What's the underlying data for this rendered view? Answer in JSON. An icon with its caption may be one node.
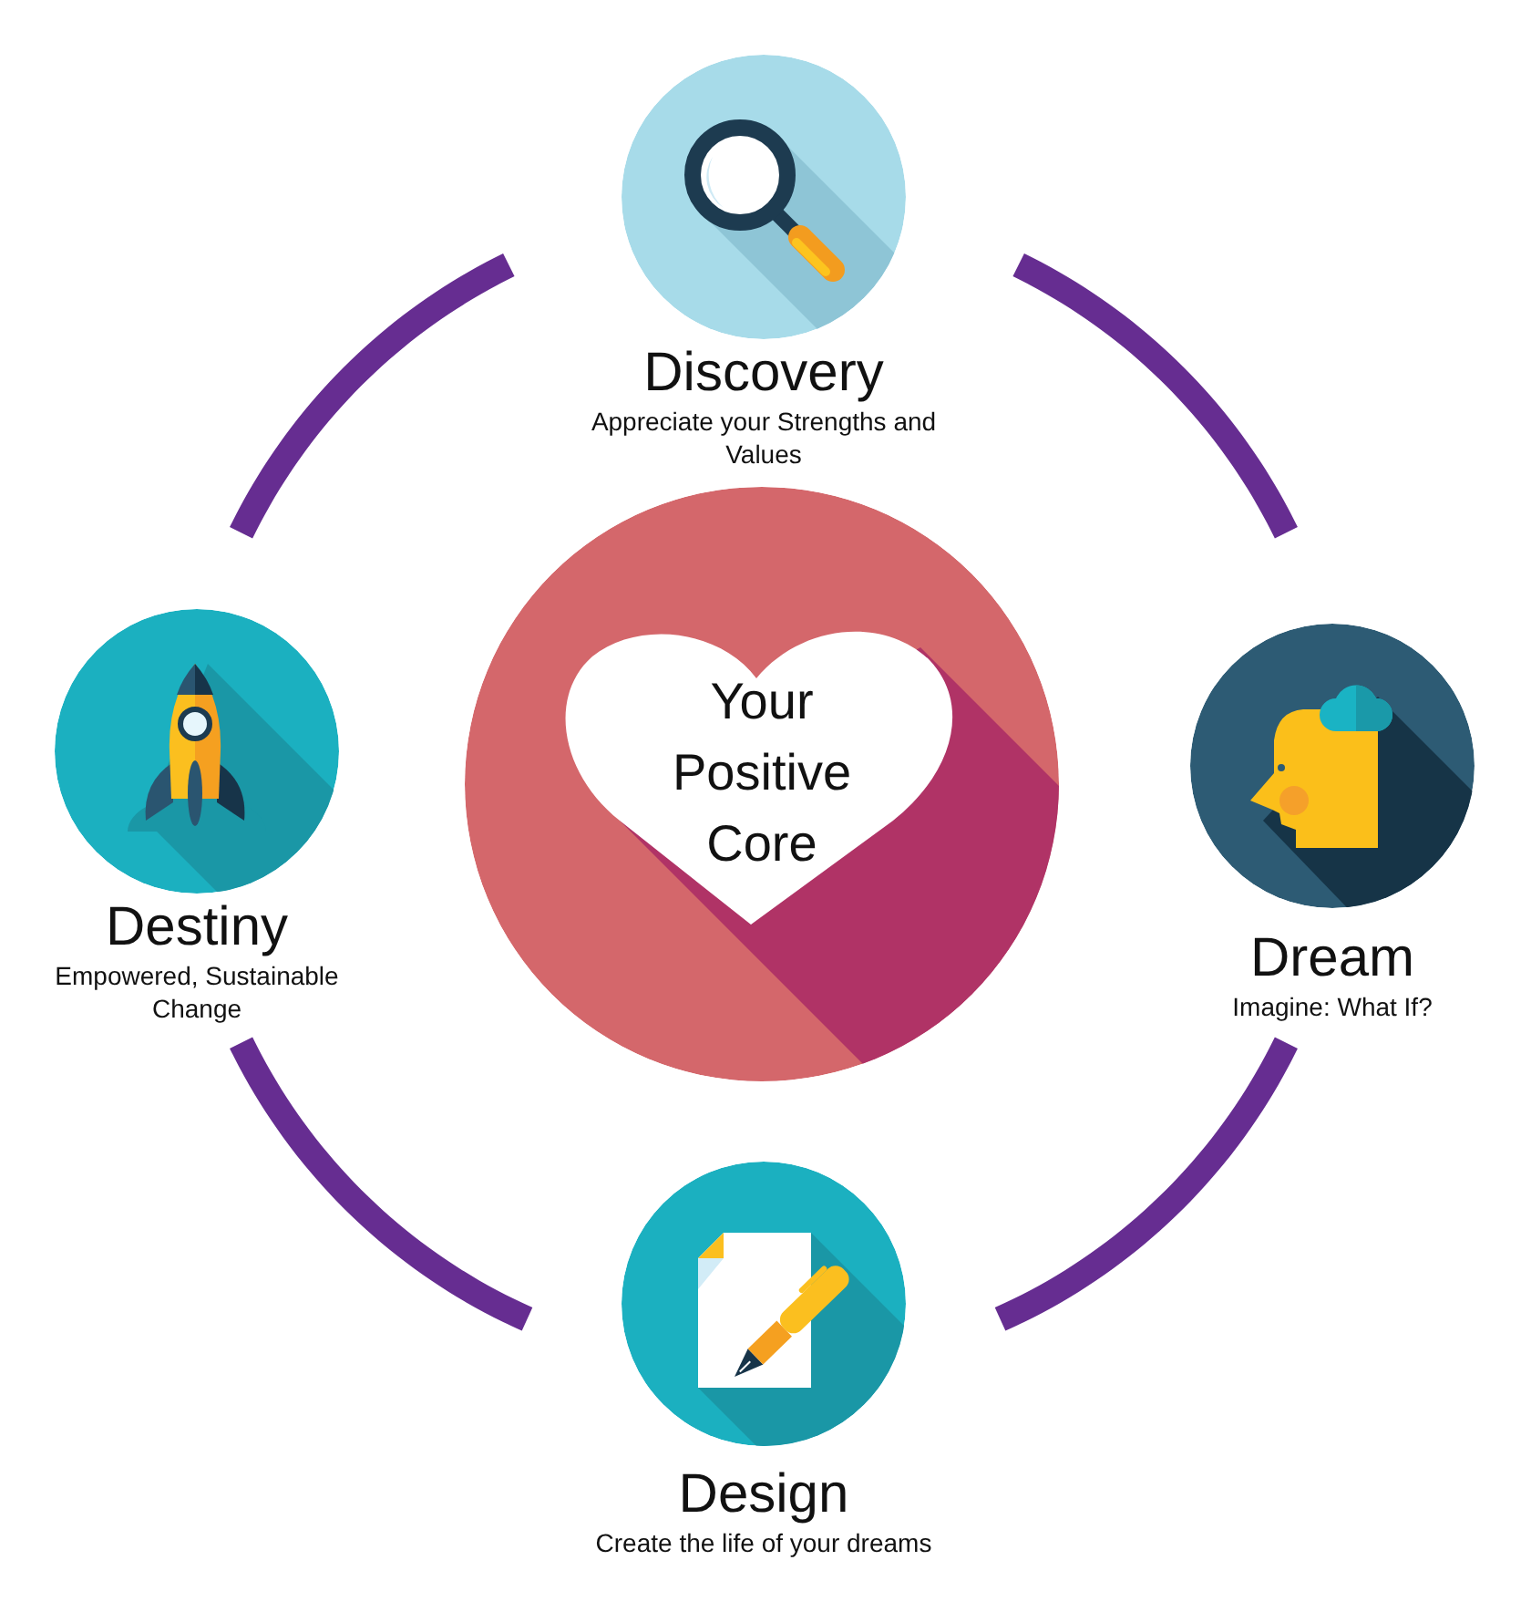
{
  "diagram": {
    "nodes": [
      {
        "text": [
          "Discovery",
          "Appreciate your Strengths and Values"
        ]
      },
      {
        "text": [
          "Destiny",
          "Empowered, Sustainable Change"
        ]
      },
      {
        "text": [
          "Your Positive Core"
        ]
      },
      {
        "text": [
          "Dream",
          "Imagine: What If?"
        ]
      },
      {
        "text": [
          "Design",
          "Create the life of your dreams"
        ]
      }
    ],
    "edges": [
      {
        "from": 0,
        "to": 3,
        "arrow": "none"
      },
      {
        "from": 3,
        "to": 4,
        "arrow": "none"
      },
      {
        "from": 4,
        "to": 1,
        "arrow": "none"
      },
      {
        "from": 1,
        "to": 0,
        "arrow": "none"
      }
    ]
  }
}
